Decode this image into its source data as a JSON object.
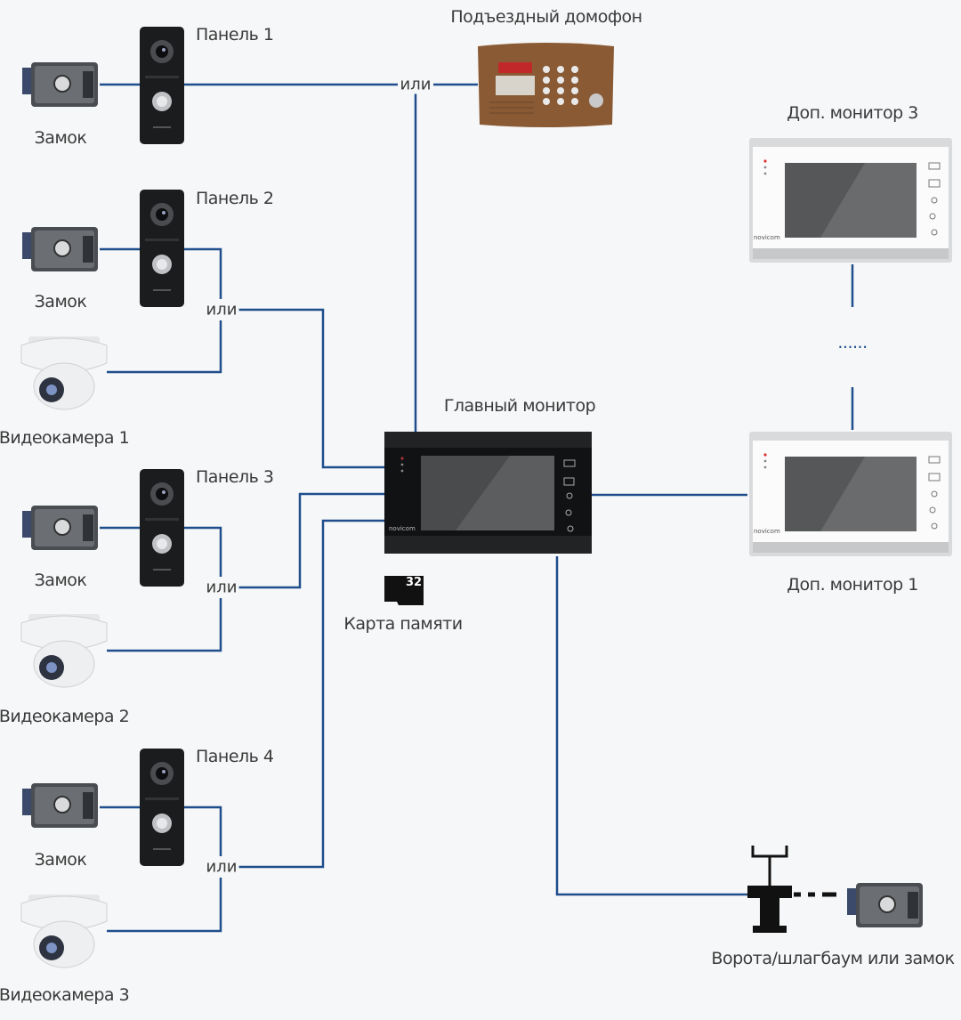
{
  "colors": {
    "wire": "#1f4e8c",
    "background": "#f6f7f8"
  },
  "labels": {
    "panel1": "Панель 1",
    "panel2": "Панель 2",
    "panel3": "Панель 3",
    "panel4": "Панель 4",
    "lock": "Замок",
    "camera1": "Видеокамера 1",
    "camera2": "Видеокамера 2",
    "camera3": "Видеокамера 3",
    "entrance_intercom": "Подъездный домофон",
    "main_monitor": "Главный монитор",
    "memory_card": "Карта памяти",
    "extra_monitor_1": "Доп. монитор 1",
    "extra_monitor_3": "Доп. монитор 3",
    "ellipsis": "......",
    "gate": "Ворота/шлагбаум или замок",
    "or": "или"
  },
  "device_text": {
    "brand": "novicom",
    "sd_card": "32"
  }
}
